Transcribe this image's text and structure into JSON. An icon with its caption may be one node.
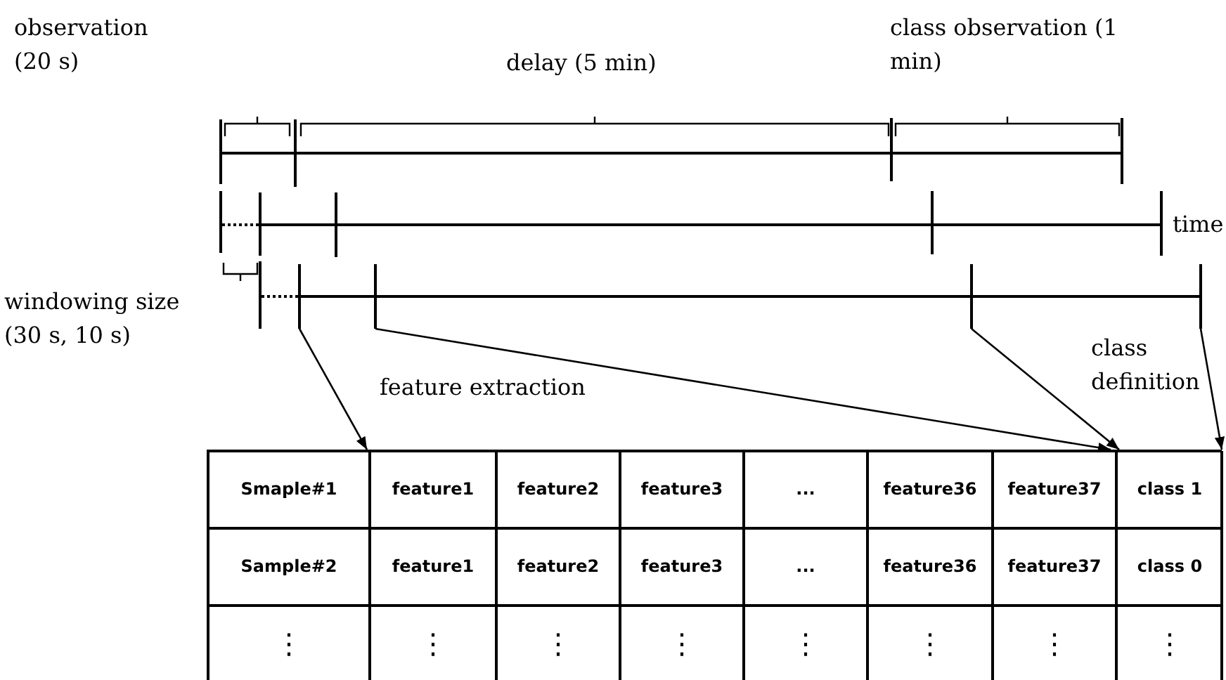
{
  "diagram": {
    "nodes": [
      {
        "text": [],
        "shape": "bar"
      },
      {
        "text": [],
        "shape": "bar"
      },
      {
        "text": [],
        "shape": "bar"
      },
      {
        "text": [],
        "shape": "bar"
      },
      {
        "text": [],
        "shape": "box"
      }
    ],
    "edges": [
      {
        "from": 0,
        "to": 4,
        "arrow": "to"
      },
      {
        "from": 1,
        "to": 4,
        "arrow": "to"
      },
      {
        "from": 2,
        "to": 4,
        "arrow": "to"
      },
      {
        "from": 3,
        "to": 4,
        "arrow": "to"
      }
    ],
    "labels": [
      "observation (20 s)",
      "delay (5 min)",
      "class observation (1 min)",
      "time",
      "windowing size (30 s, 10 s)",
      "feature extraction",
      "class definition",
      "Smaple#1",
      "feature1",
      "feature2",
      "feature3",
      "...",
      "feature36",
      "feature37",
      "class 1",
      "Sample#2",
      "feature1",
      "feature2",
      "feature3",
      "...",
      "feature36",
      "feature37",
      "class 0",
      "⋮",
      "⋮",
      "⋮",
      "⋮",
      "⋮",
      "⋮",
      "⋮",
      "⋮"
    ]
  }
}
